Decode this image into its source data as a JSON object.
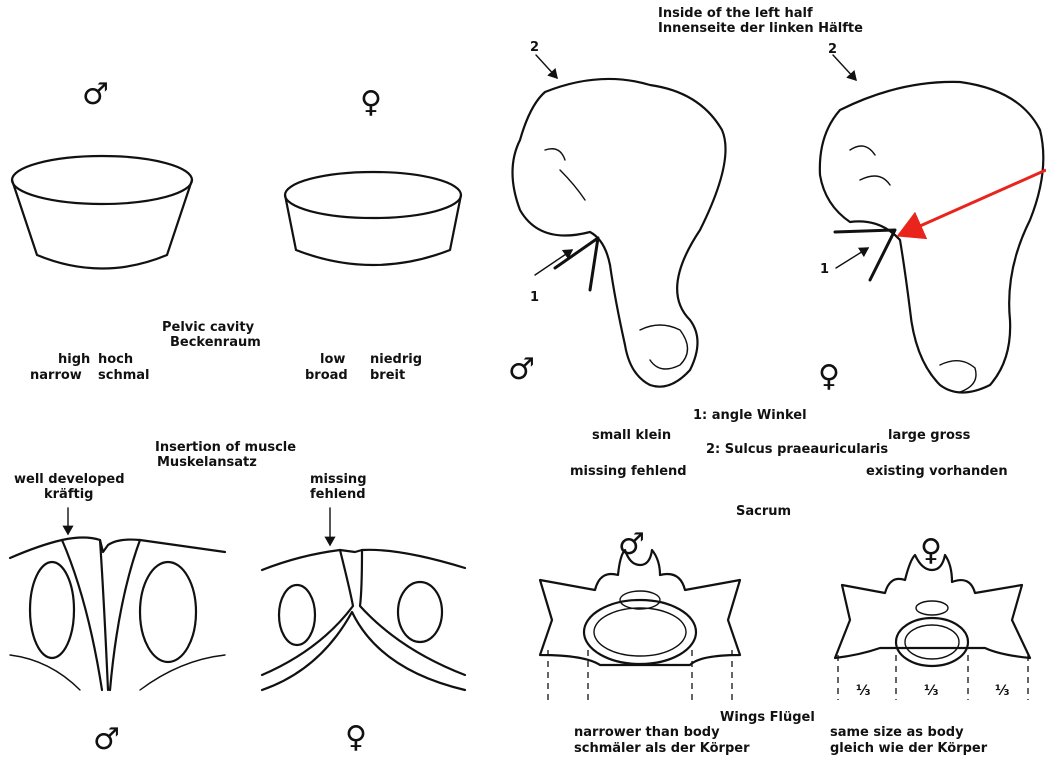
{
  "symbols": {
    "male": "♂",
    "female": "♀"
  },
  "pelvic_cavity": {
    "title_en": "Pelvic cavity",
    "title_de": "Beckenraum",
    "male_en_1": "high",
    "male_de_1": "hoch",
    "male_en_2": "narrow",
    "male_de_2": "schmal",
    "female_en_1": "low",
    "female_de_1": "niedrig",
    "female_en_2": "broad",
    "female_de_2": "breit"
  },
  "muscle": {
    "title_en": "Insertion of muscle",
    "title_de": "Muskelansatz",
    "male_en": "well developed",
    "male_de": "kräftig",
    "female_en": "missing",
    "female_de": "fehlend"
  },
  "inside_half": {
    "title_en": "Inside of the left half",
    "title_de": "Innenseite der linken Hälfte",
    "marker_1": "1",
    "marker_2": "2",
    "legend_1": "1: angle Winkel",
    "legend_2": "2: Sulcus praeauricularis",
    "male_angle": "small klein",
    "male_sulcus": "missing fehlend",
    "female_angle": "large gross",
    "female_sulcus": "existing vorhanden"
  },
  "sacrum": {
    "title": "Sacrum",
    "third": "⅓",
    "wings_title": "Wings Flügel",
    "male_en": "narrower than body",
    "male_de": "schmäler als der Körper",
    "female_en": "same size as body",
    "female_de": "gleich wie der Körper"
  },
  "colors": {
    "ink": "#111111",
    "annotation_arrow": "#e8241c"
  }
}
